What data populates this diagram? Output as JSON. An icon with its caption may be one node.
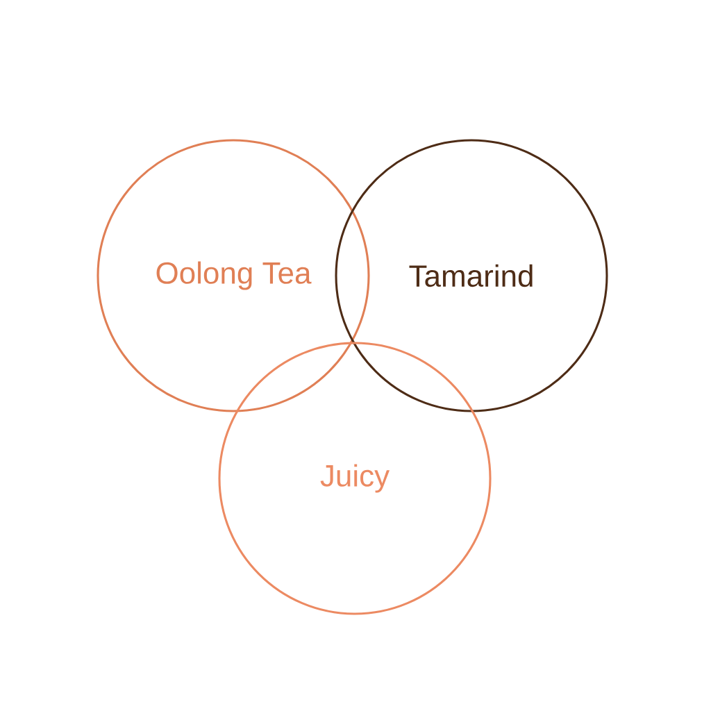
{
  "diagram": {
    "nodes": [
      {
        "text": [
          "Oolong Tea"
        ]
      },
      {
        "text": [
          "Tamarind"
        ]
      },
      {
        "text": [
          "Juicy"
        ]
      }
    ]
  }
}
